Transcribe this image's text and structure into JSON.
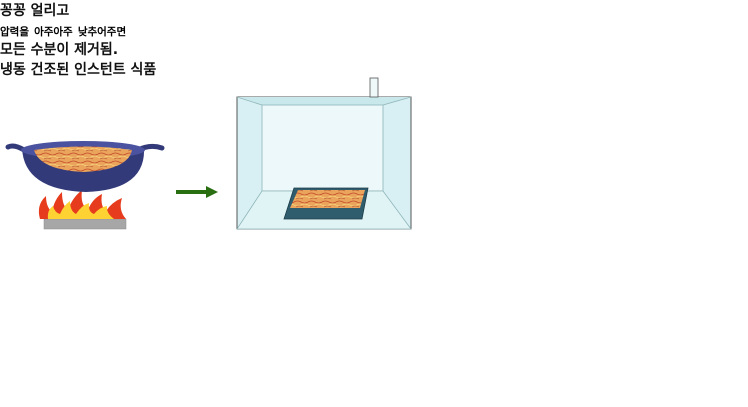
{
  "captions": {
    "freeze": "꽁꽁 얼리고",
    "remove_water": "모든 수분이 제거됨.",
    "product": "냉동 건조된 인스턴트 식품"
  },
  "speech_bubble": {
    "line1": "압력을",
    "line2": "아주아주",
    "line3": "낮추어주면"
  },
  "colors": {
    "arrow": "#2a6e12",
    "chamber_face": "#e6f6f8",
    "chamber_inner": "#d2eef2",
    "tray": "#2f5d6e",
    "food": "#e9a35a",
    "pan": "#333a7a",
    "flame_outer": "#e63b1c",
    "flame_inner": "#ffd233",
    "burner": "#a7a7a7",
    "vapor_body": "#8fb6f0"
  },
  "icons": [
    "stove-icon",
    "pan-icon",
    "flame-icon",
    "vacuum-chamber-icon",
    "water-vapor-molecule-icon",
    "arrow-right-icon",
    "arrow-down-icon",
    "freeze-dried-food-icon"
  ]
}
